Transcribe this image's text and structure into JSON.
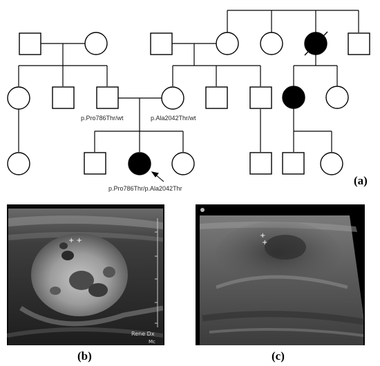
{
  "figure": {
    "panel_a_label": "(a)",
    "panel_b_label": "(b)",
    "panel_c_label": "(c)"
  },
  "pedigree": {
    "generation_1": [
      {
        "shape": "square",
        "affected": false
      },
      {
        "shape": "circle",
        "affected": false
      },
      {
        "shape": "square",
        "affected": false
      },
      {
        "shape": "circle",
        "affected": false
      },
      {
        "shape": "circle",
        "affected": false
      },
      {
        "shape": "circle",
        "affected": true,
        "deceased": true
      },
      {
        "shape": "square",
        "affected": false
      }
    ],
    "variant_labels": {
      "father": "p.Pro786Thr/wt",
      "mother": "p.Ala2042Thr/wt",
      "proband": "p.Pro786Thr/p.Ala2042Thr"
    },
    "affected_color": "#000000",
    "unaffected_color": "#ffffff"
  },
  "ultrasound_b": {
    "annotation_line1": "Rene  Dx",
    "annotation_line2": "Mc"
  }
}
